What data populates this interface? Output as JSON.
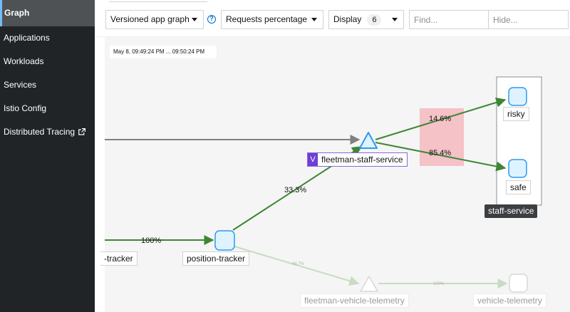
{
  "sidebar": {
    "items": [
      {
        "label": "Graph",
        "active": true
      },
      {
        "label": "Applications"
      },
      {
        "label": "Workloads"
      },
      {
        "label": "Services"
      },
      {
        "label": "Istio Config"
      },
      {
        "label": "Distributed Tracing",
        "icon": "external-link-icon"
      }
    ]
  },
  "toolbar": {
    "graph_type": "Versioned app graph",
    "edge_labels": "Requests percentage",
    "display_label": "Display",
    "display_count": "6",
    "find_placeholder": "Find...",
    "hide_placeholder": "Hide...",
    "help_icon": "question-circle-icon"
  },
  "graph": {
    "timestamp": "May 8, 09:49:24 PM ... 09:50:24 PM",
    "nodes": {
      "risky": "risky",
      "safe": "safe",
      "staff_service_box": "staff-service",
      "fleetman_staff_service": "fleetman-staff-service",
      "position_tracker": "position-tracker",
      "left_tracker": "-tracker",
      "fleetman_vehicle_telemetry": "fleetman-vehicle-telemetry",
      "vehicle_telemetry": "vehicle-telemetry"
    },
    "virtual_service_badge": "V",
    "edges": {
      "to_risky": "14.6%",
      "to_safe": "85.4%",
      "to_staff": "33.3%",
      "to_position": "100%",
      "to_vehicle_telemetry_svc": "66.7%",
      "to_vehicle_telemetry": "100%"
    },
    "colors": {
      "edge_healthy": "#3e8635",
      "edge_faded": "#c8dcc2",
      "node_fill": "#def3ff",
      "node_stroke": "#2b9af3",
      "highlight": "#f4b8be"
    }
  }
}
